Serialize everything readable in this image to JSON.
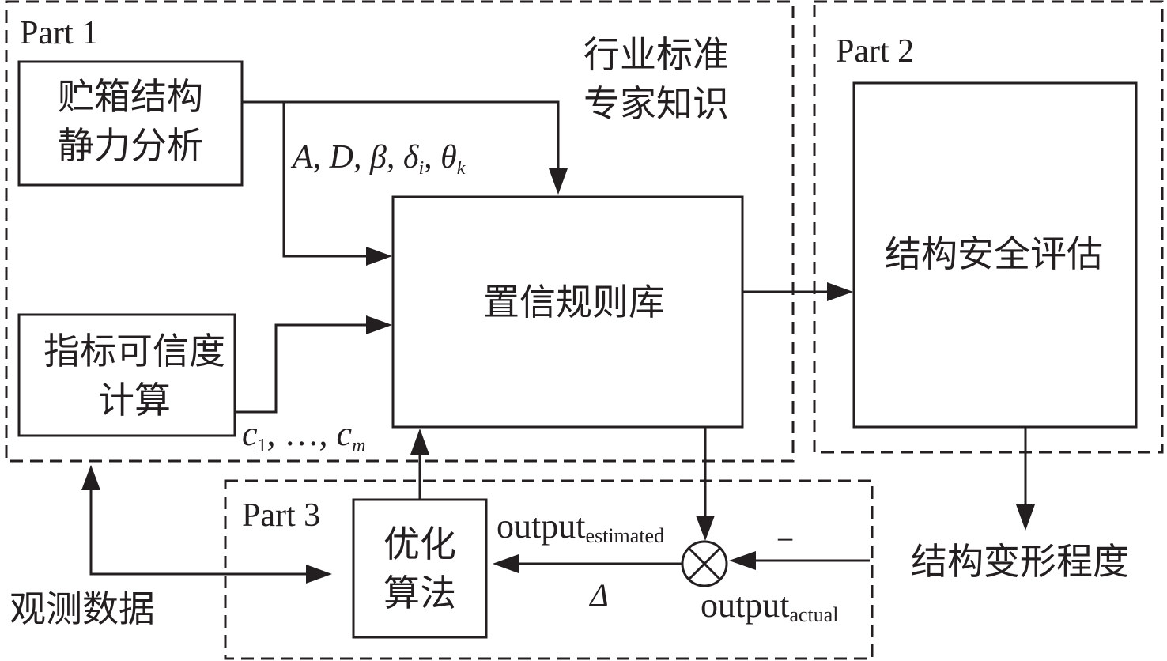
{
  "colors": {
    "ink": "#231f20",
    "background": "#ffffff"
  },
  "parts": {
    "part1": {
      "label": "Part 1"
    },
    "part2": {
      "label": "Part 2"
    },
    "part3": {
      "label": "Part 3"
    }
  },
  "blocks": {
    "static_analysis": {
      "line1": "贮箱结构",
      "line2": "静力分析"
    },
    "credibility": {
      "line1": "指标可信度",
      "line2": "计算"
    },
    "rule_base": {
      "label": "置信规则库"
    },
    "safety_assessment": {
      "label": "结构安全评估"
    },
    "optimization": {
      "line1": "优化",
      "line2": "算法"
    }
  },
  "annotations": {
    "knowledge": {
      "line1": "行业标准",
      "line2": "专家知识"
    },
    "parameters": {
      "A": "A",
      "D": "D",
      "beta": "β",
      "delta": "δ",
      "delta_sub": "i",
      "theta": "θ",
      "theta_sub": "k",
      "sep": ", "
    },
    "credibility_vars": {
      "c": "c",
      "sub1": "1",
      "mid": ", …, ",
      "c2": "c",
      "subm": "m"
    },
    "output_estimated": {
      "base": "output",
      "sub": "estimated"
    },
    "output_actual": {
      "base": "output",
      "sub": "actual"
    },
    "minus_sign": "−",
    "delta_error": "Δ",
    "observed_data": "观测数据",
    "deformation_degree": "结构变形程度"
  },
  "comparator": {
    "icon": "circle-times"
  }
}
